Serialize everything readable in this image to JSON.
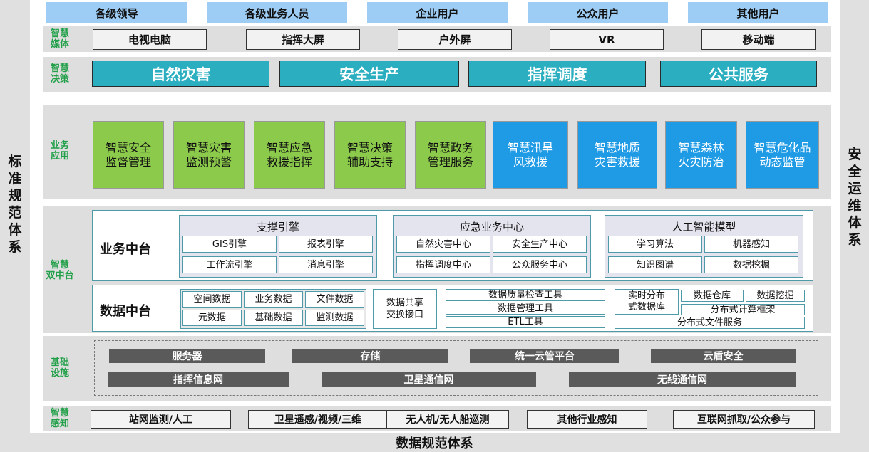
{
  "left_side": {
    "label": "标准规范体系"
  },
  "right_side": {
    "label": "安全运维体系"
  },
  "bottom": {
    "label": "数据规范体系"
  },
  "users": [
    "各级领导",
    "各级业务人员",
    "企业用户",
    "公众用户",
    "其他用户"
  ],
  "media": {
    "label": "智慧\n媒体",
    "items": [
      "电视电脑",
      "指挥大屏",
      "户外屏",
      "VR",
      "移动端"
    ]
  },
  "decision": {
    "label": "智慧\n决策",
    "items": [
      "自然灾害",
      "安全生产",
      "指挥调度",
      "公共服务"
    ]
  },
  "apps": {
    "label": "业务\n应用",
    "items": [
      {
        "text": "智慧安全\n监督管理",
        "color": "#8cca4c"
      },
      {
        "text": "智慧灾害\n监测预警",
        "color": "#8cca4c"
      },
      {
        "text": "智慧应急\n救援指挥",
        "color": "#8cca4c"
      },
      {
        "text": "智慧决策\n辅助支持",
        "color": "#8cca4c"
      },
      {
        "text": "智慧政务\n管理服务",
        "color": "#8cca4c"
      },
      {
        "text": "智慧汛旱\n风救援",
        "color": "#1f9be6"
      },
      {
        "text": "智慧地质\n灾害救援",
        "color": "#1f9be6"
      },
      {
        "text": "智慧森林\n火灾防治",
        "color": "#1f9be6"
      },
      {
        "text": "智慧危化品\n动态监管",
        "color": "#1f9be6"
      }
    ]
  },
  "middle": {
    "label": "智慧\n双中台",
    "business": {
      "title": "业务中台",
      "support": {
        "title": "支撑引擎",
        "items": [
          "GIS引擎",
          "报表引擎",
          "工作流引擎",
          "消息引擎"
        ]
      },
      "emergency": {
        "title": "应急业务中心",
        "items": [
          "自然灾害中心",
          "安全生产中心",
          "指挥调度中心",
          "公众服务中心"
        ]
      },
      "ai": {
        "title": "人工智能模型",
        "items": [
          "学习算法",
          "机器感知",
          "知识图谱",
          "数据挖掘"
        ]
      }
    },
    "data": {
      "title": "数据中台",
      "types": [
        "空间数据",
        "业务数据",
        "文件数据",
        "元数据",
        "基础数据",
        "监测数据"
      ],
      "share": "数据共享\n交换接口",
      "tools": [
        "数据质量检查工具",
        "数据管理工具",
        "ETL工具"
      ],
      "distributed": {
        "realtime": "实时分布\n式数据库",
        "warehouse": "数据仓库",
        "mining": "数据挖掘",
        "compute": "分布式计算框架",
        "files": "分布式文件服务"
      }
    }
  },
  "infra": {
    "label": "基础\n设施",
    "row1": [
      "服务器",
      "存储",
      "统一云管平台",
      "云盾安全"
    ],
    "row2": [
      "指挥信息网",
      "卫星通信网",
      "无线通信网"
    ]
  },
  "sense": {
    "label": "智慧\n感知",
    "items": [
      "站网监测/人工",
      "卫星遥感/视频/三维",
      "无人机/无人船巡测",
      "其他行业感知",
      "互联网抓取/公众参与"
    ]
  }
}
